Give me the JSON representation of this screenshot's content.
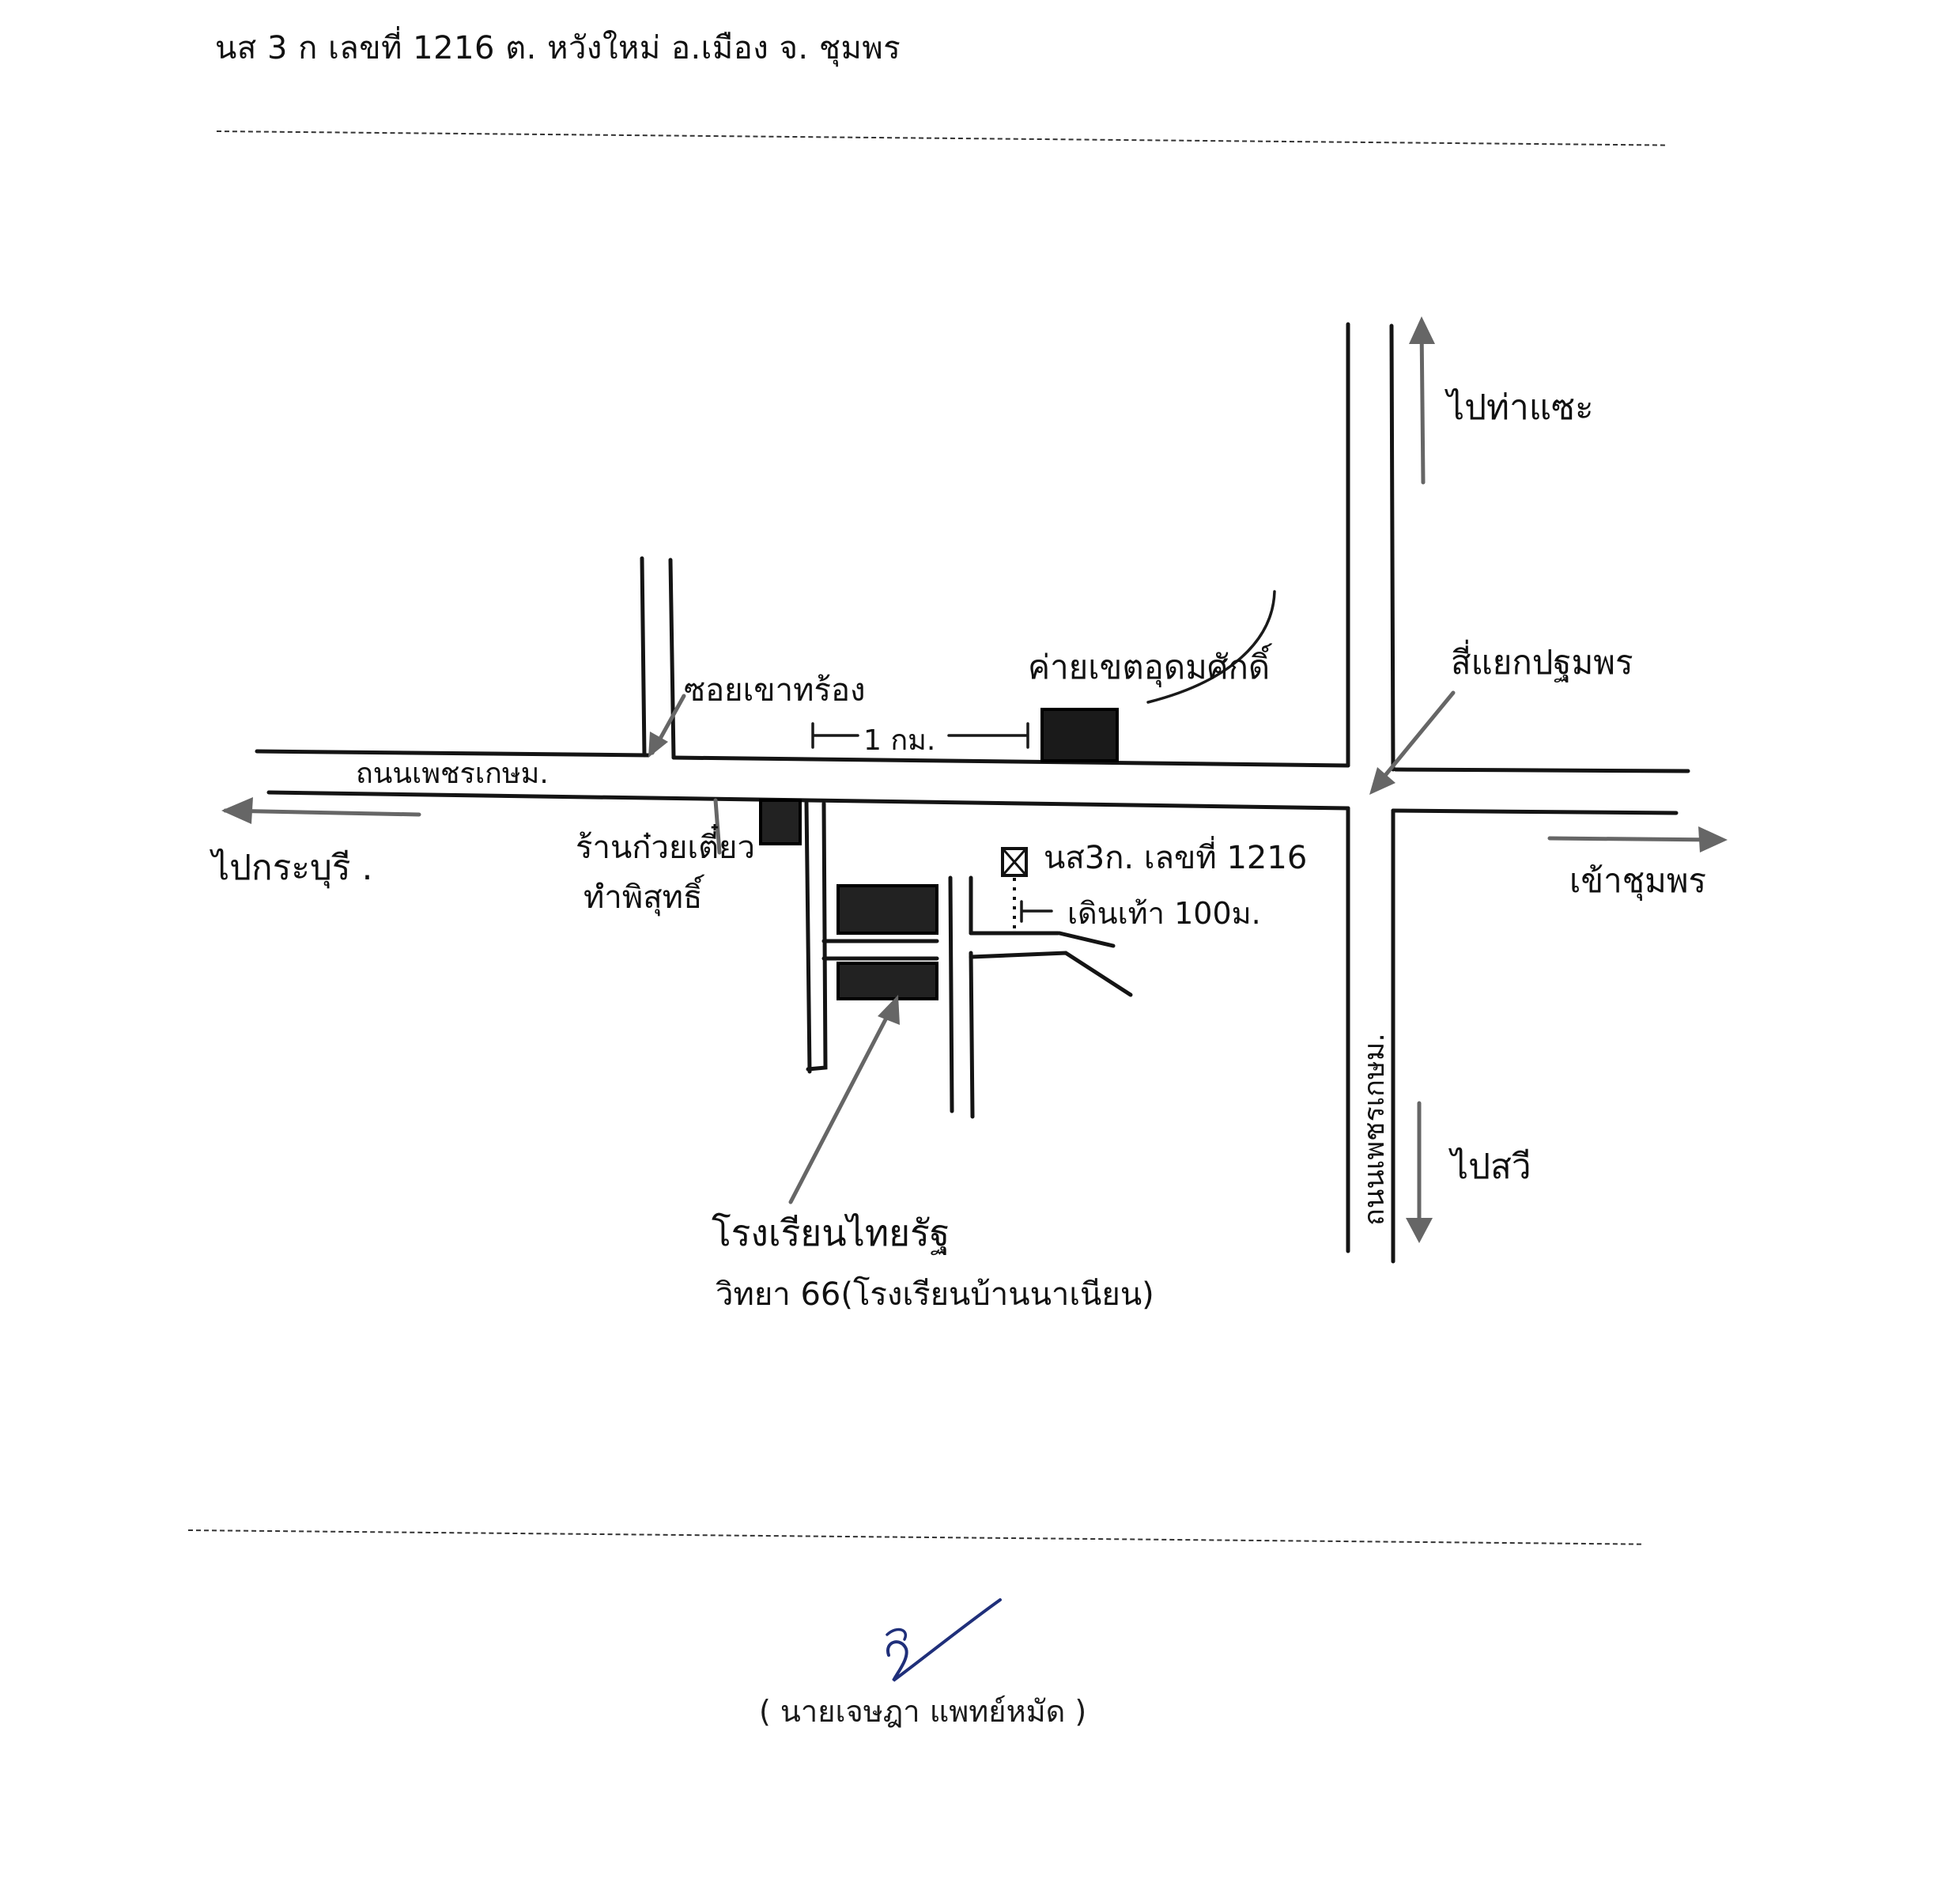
{
  "document": {
    "header": "นส 3 ก เลขที่ 1216  ต. หวังใหม่ อ.เมือง จ. ชุมพร"
  },
  "map": {
    "labels": {
      "to_tha_sae": "ไปท่าแซะ",
      "soi": "ซอยเขาทร้อง",
      "camp": "ค่ายเขตอุดมศักดิ์",
      "intersection": "สี่แยกปฐมพร",
      "road_west": "ถนนเพชรเกษม.",
      "distance_1km": "1 กม.",
      "to_kra_buri": "ไปกระบุรี .",
      "shop_line1": "ร้านก๋วยเตี๋ยว",
      "shop_line2": "ทำพิสุทธิ์",
      "plot_label": "นส3ก. เลขที่ 1216",
      "walk": "เดินเท้า 100ม.",
      "to_chumphon": "เข้าชุมพร",
      "to_sawi": "ไปสวี",
      "road_south": "ถนนเพชรเกษม.",
      "school_line1": "โรงเรียนไทยรัฐ",
      "school_line2": "วิทยา 66(โรงเรียนบ้านนาเนียน)"
    },
    "colors": {
      "ink": "#111111",
      "arrow": "#666666",
      "signature_blue": "#1f2f7a"
    }
  },
  "signature": {
    "name": "( นายเจษฎา แพทย์หมัด )"
  }
}
